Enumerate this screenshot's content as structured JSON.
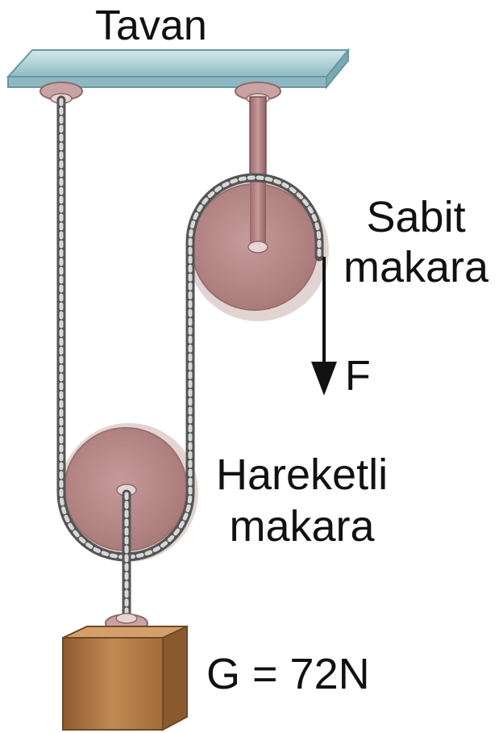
{
  "labels": {
    "ceiling": "Tavan",
    "fixed_pulley_line1": "Sabit",
    "fixed_pulley_line2": "makara",
    "force": "F",
    "moving_pulley_line1": "Hareketli",
    "moving_pulley_line2": "makara",
    "weight": "G = 72N"
  },
  "colors": {
    "ceiling_plate": "#a9cfd6",
    "pulley": "#b98a8a",
    "pulley_rim": "#dcc9c9",
    "rope": "#7a7a7a",
    "block": "#b07a45",
    "arrow": "#111111"
  }
}
